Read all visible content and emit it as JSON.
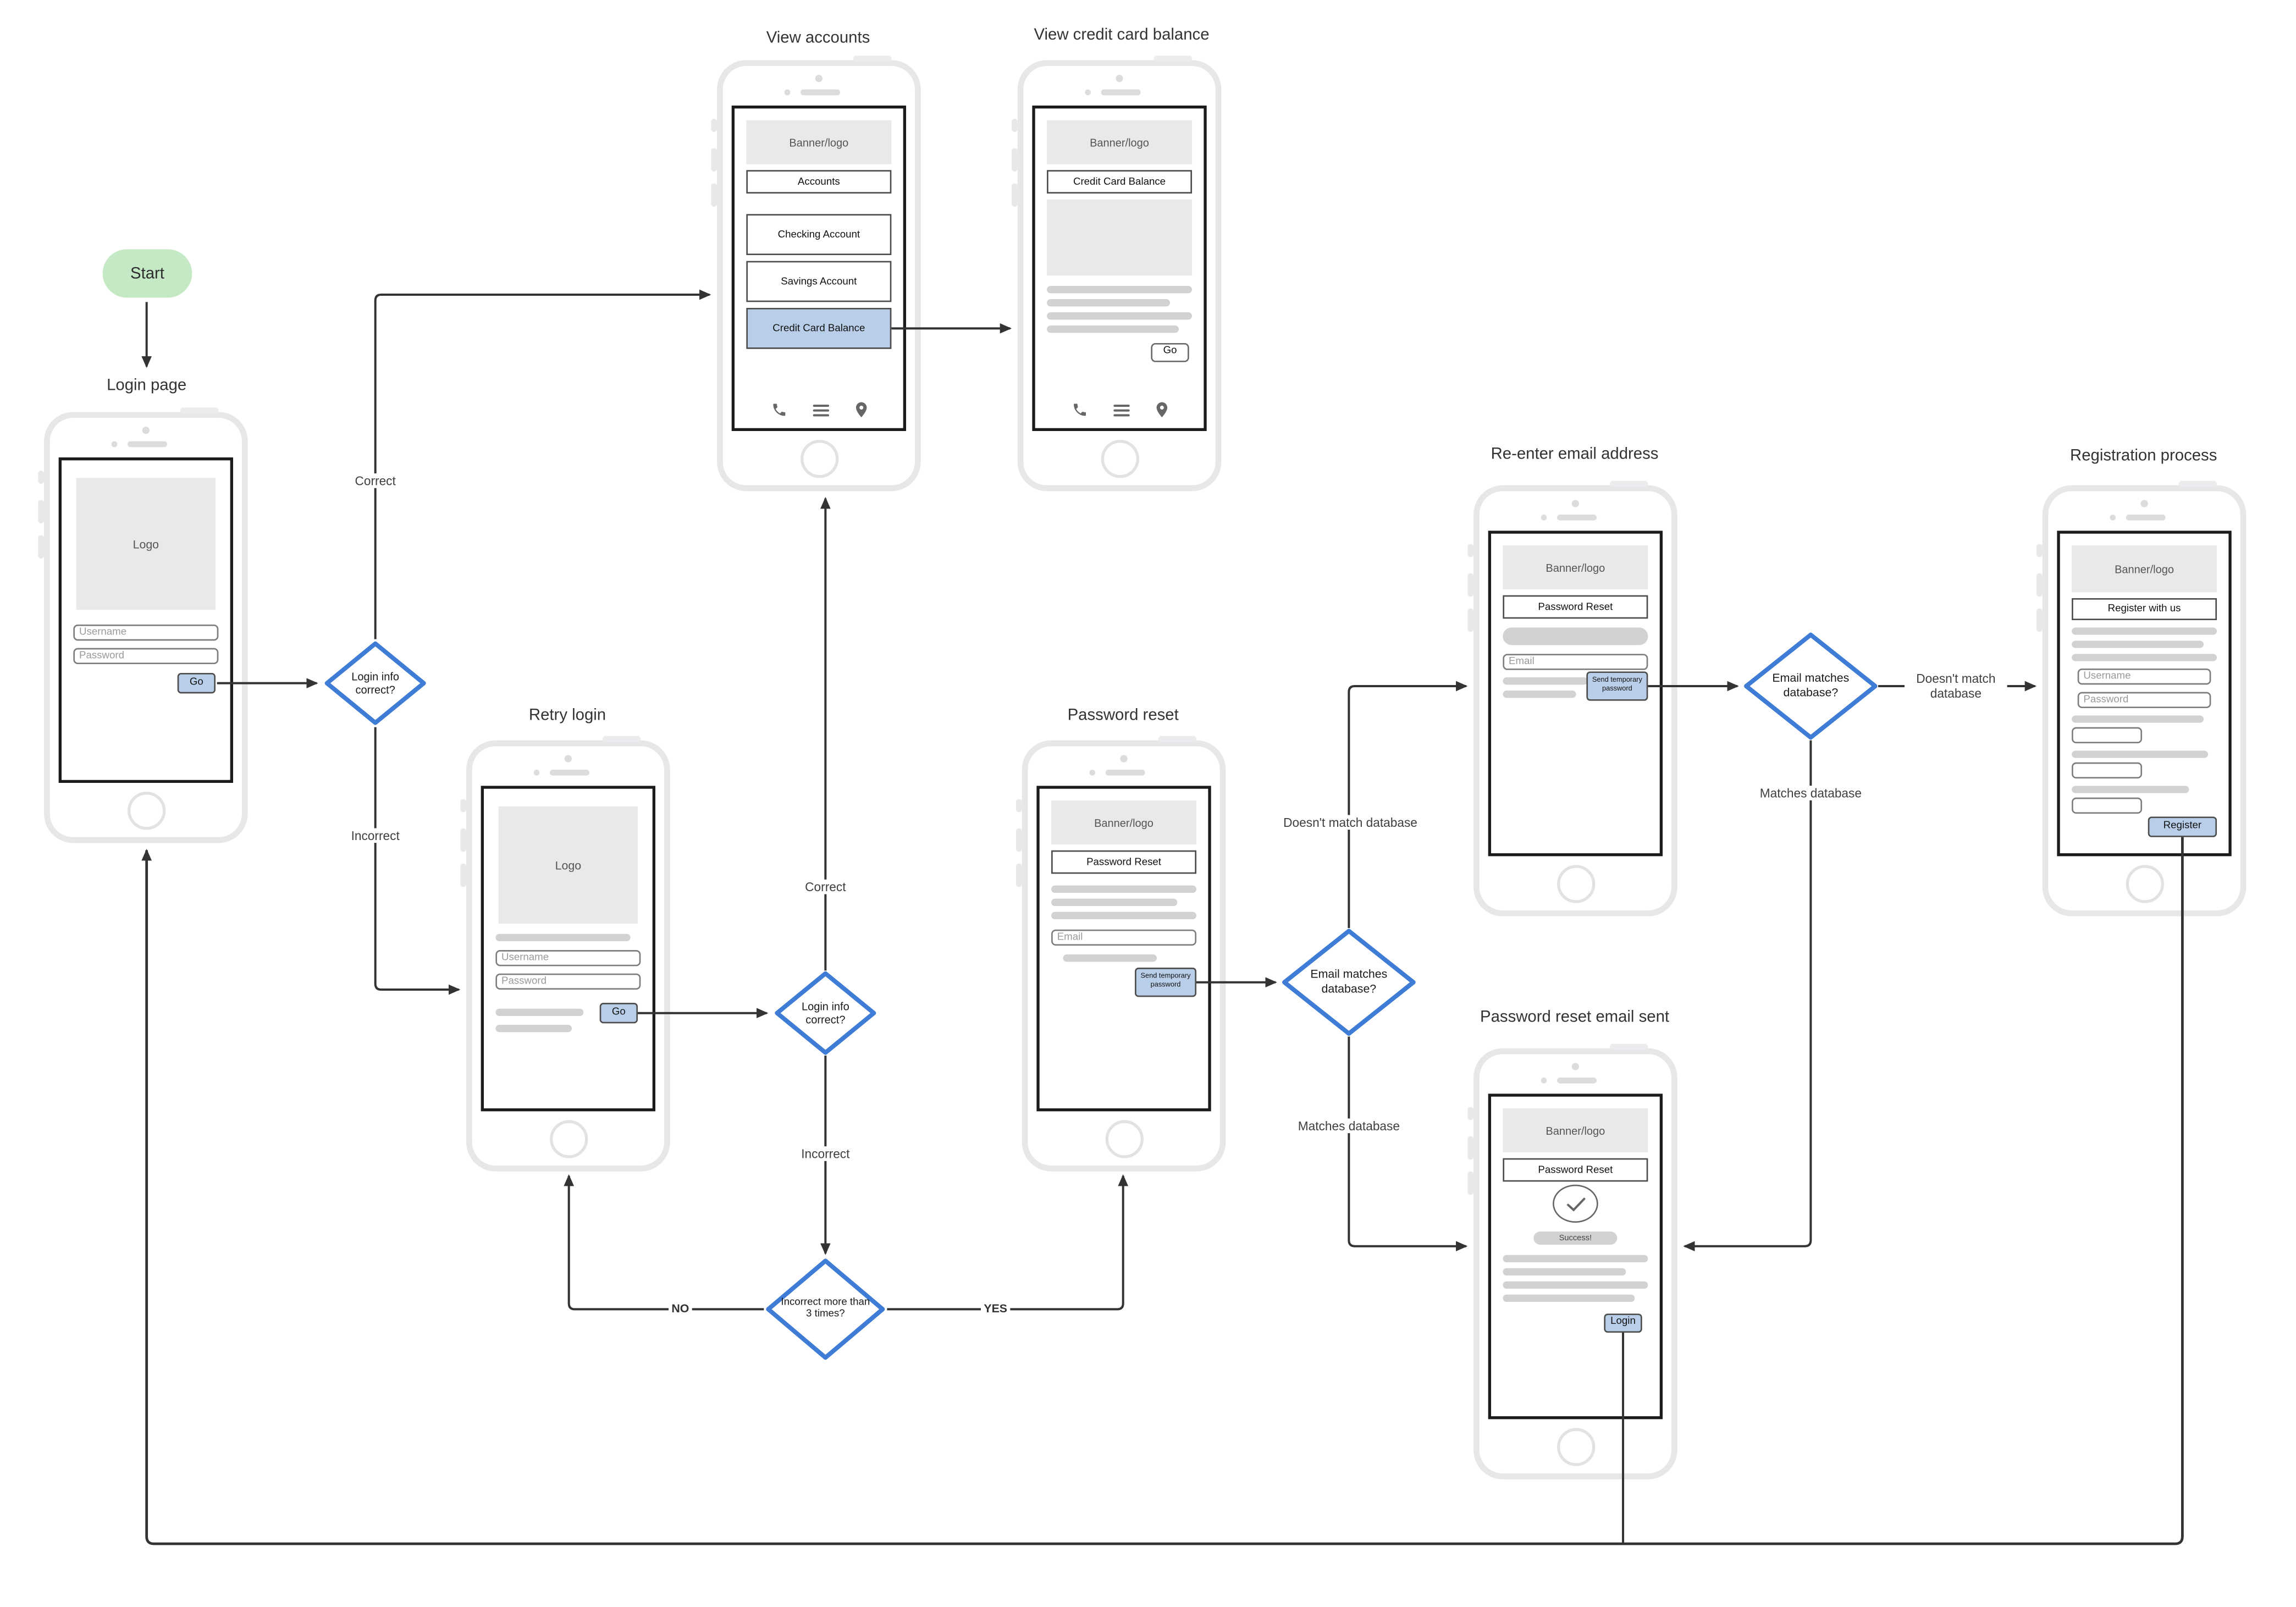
{
  "start": {
    "label": "Start"
  },
  "phones": {
    "login": {
      "title": "Login page",
      "logo": "Logo",
      "username": "Username",
      "password": "Password",
      "go": "Go"
    },
    "accounts": {
      "title": "View accounts",
      "banner": "Banner/logo",
      "heading": "Accounts",
      "items": [
        "Checking Account",
        "Savings Account",
        "Credit Card Balance"
      ]
    },
    "ccbal": {
      "title": "View credit card balance",
      "banner": "Banner/logo",
      "heading": "Credit Card Balance",
      "go": "Go"
    },
    "retry": {
      "title": "Retry login",
      "logo": "Logo",
      "username": "Username",
      "password": "Password",
      "go": "Go"
    },
    "preset": {
      "title": "Password reset",
      "banner": "Banner/logo",
      "heading": "Password Reset",
      "email": "Email",
      "send": "Send temporary password"
    },
    "reemail": {
      "title": "Re-enter email address",
      "banner": "Banner/logo",
      "heading": "Password Reset",
      "email": "Email",
      "send": "Send temporary password"
    },
    "sent": {
      "title": "Password reset email sent",
      "banner": "Banner/logo",
      "heading": "Password Reset",
      "success": "Success!",
      "login": "Login"
    },
    "reg": {
      "title": "Registration process",
      "banner": "Banner/logo",
      "heading": "Register with us",
      "username": "Username",
      "password": "Password",
      "register": "Register"
    }
  },
  "decisions": {
    "login_correct_1": "Login info correct?",
    "login_correct_2": "Login info correct?",
    "incorrect_3_times": "Incorrect more than 3 times?",
    "email_matches_1": "Email matches database?",
    "email_matches_2": "Email matches database?"
  },
  "edge_labels": {
    "d1_correct": "Correct",
    "d1_incorrect": "Incorrect",
    "d2_correct": "Correct",
    "d2_incorrect": "Incorrect",
    "d3_no": "NO",
    "d3_yes": "YES",
    "d4_no_match": "Doesn't match database",
    "d4_match": "Matches database",
    "d5_no_match": "Doesn't match database",
    "d5_match": "Matches database"
  },
  "colors": {
    "start_green": "#c5e8c5",
    "flow_blue": "#3e7cd6",
    "button_blue": "#b9cfe9",
    "line": "#333333",
    "wireframe_gray": "#e9e9e9",
    "placeholder_gray": "#999999"
  }
}
